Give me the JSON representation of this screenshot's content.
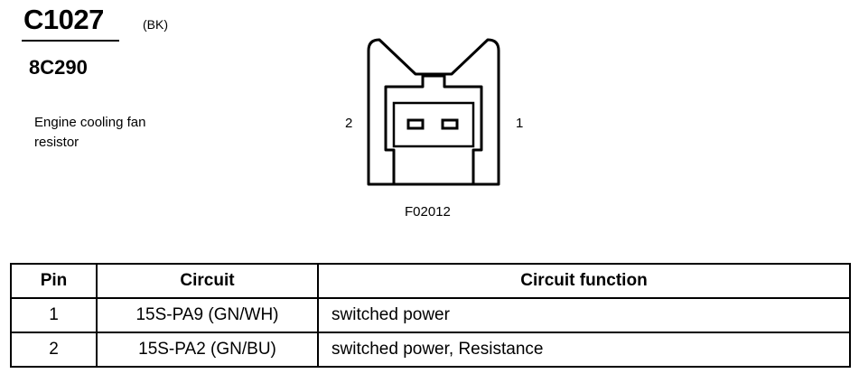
{
  "header": {
    "connector_id": "C1027",
    "color_code": "(BK)",
    "part_number": "8C290",
    "description": "Engine cooling fan resistor"
  },
  "diagram": {
    "pin_left_label": "2",
    "pin_right_label": "1",
    "figure_id": "F02012"
  },
  "table": {
    "headers": {
      "pin": "Pin",
      "circuit": "Circuit",
      "function": "Circuit function"
    },
    "rows": [
      {
        "pin": "1",
        "circuit": "15S-PA9 (GN/WH)",
        "function": "switched power"
      },
      {
        "pin": "2",
        "circuit": "15S-PA2 (GN/BU)",
        "function": "switched power, Resistance"
      }
    ]
  }
}
